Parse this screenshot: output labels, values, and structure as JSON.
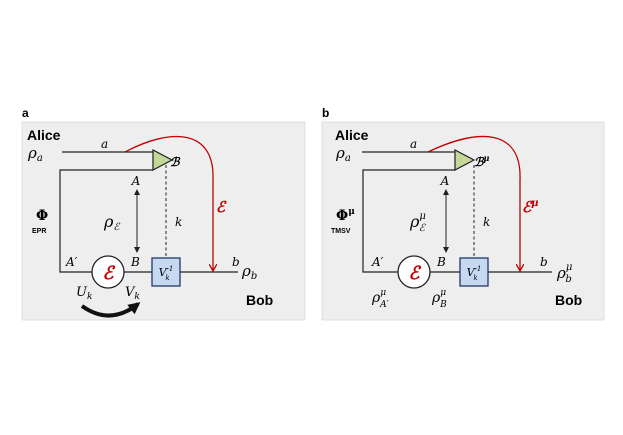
{
  "colors": {
    "panel_bg": "#eeeeee",
    "panel_border": "#cfcfcf",
    "wire": "#222222",
    "channel_red": "#c00000",
    "box_fill": "#c6d9f1",
    "box_stroke": "#1f3864",
    "triangle_fill": "#c4d79b",
    "triangle_stroke": "#1f1f1f"
  },
  "panel_a": {
    "label": "a",
    "party_alice": "Alice",
    "party_bob": "Bob",
    "rho_a": {
      "base": "ρ",
      "sub": "a"
    },
    "wire_a": "a",
    "wire_b": "b",
    "node_A": "A",
    "node_Aprime": "A′",
    "node_B": "B",
    "node_k": "k",
    "measurement": "ℬ",
    "channel_symbol": "ℰ",
    "channel_red_label": "ℰ",
    "resource": {
      "symbol": "Φ",
      "sub": "EPR"
    },
    "rho_eps": {
      "base": "ρ",
      "sub": "ℰ"
    },
    "rho_b": {
      "base": "ρ",
      "sub": "b"
    },
    "correction": {
      "base": "V",
      "sup": "-1",
      "sub": "k"
    },
    "U_k": {
      "base": "U",
      "sub": "k"
    },
    "V_k": {
      "base": "V",
      "sub": "k"
    }
  },
  "panel_b": {
    "label": "b",
    "party_alice": "Alice",
    "party_bob": "Bob",
    "rho_a": {
      "base": "ρ",
      "sub": "a"
    },
    "wire_a": "a",
    "wire_b": "b",
    "node_A": "A",
    "node_Aprime": "A′",
    "node_B": "B",
    "node_k": "k",
    "measurement": {
      "base": "ℬ",
      "sup": "μ"
    },
    "channel_symbol": "ℰ",
    "channel_red_label": {
      "base": "ℰ",
      "sup": "μ"
    },
    "resource": {
      "symbol": "Φ",
      "sup": "μ",
      "sub": "TMSV"
    },
    "rho_eps": {
      "base": "ρ",
      "sup": "μ",
      "sub": "ℰ"
    },
    "rho_b": {
      "base": "ρ",
      "sup": "μ",
      "sub": "b"
    },
    "correction": {
      "base": "V",
      "sup": "-1",
      "sub": "k"
    },
    "rho_Aprime": {
      "base": "ρ",
      "sup": "μ",
      "sub": "A′"
    },
    "rho_B": {
      "base": "ρ",
      "sup": "μ",
      "sub": "B"
    }
  }
}
